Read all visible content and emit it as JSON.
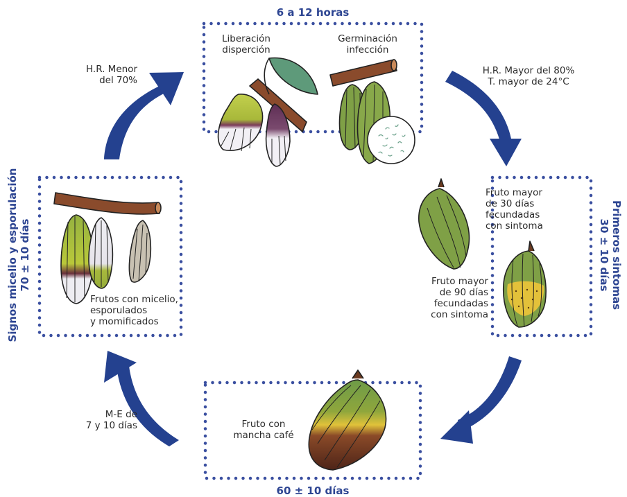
{
  "stages": {
    "top": "6 a 12 horas",
    "bottom": "60 ± 10 días",
    "right_line1": "Primeros sintomas",
    "right_line2": "30 ± 10 días",
    "left_line1": "Signos micelio y esporulación",
    "left_line2": "70 ± 10 días"
  },
  "labels": {
    "release": "Liberación\ndisperción",
    "germination": "Germinación\ninfección",
    "condition_top_right": "H.R. Mayor del 80%\nT. mayor de 24°C",
    "condition_top_left": "H.R. Menor\ndel 70%",
    "fruit_30": "Fruto mayor\nde 30 días\nfecundadas\ncon sintoma",
    "fruit_90": "Fruto mayor\nde 90 días\nfecundadas\ncon sintoma",
    "fruit_brown": "Fruto con\nmancha café",
    "condition_bottom_left": "M-E de\n7 y 10 días",
    "fruits_mycelium": "Frutos con micelio,\nesporulados\ny momificados"
  },
  "colors": {
    "accent": "#2d4592",
    "arrow": "#24418f",
    "dots": "#3a4fa0",
    "branch": "#8a4b2c",
    "pod_green": "#7fa046",
    "pod_yellow": "#b7c03a",
    "pod_purple": "#6a3a5c",
    "pod_brown": "#5a2a1c",
    "pod_white": "#efeef3",
    "leaf": "#5e9a7a"
  }
}
